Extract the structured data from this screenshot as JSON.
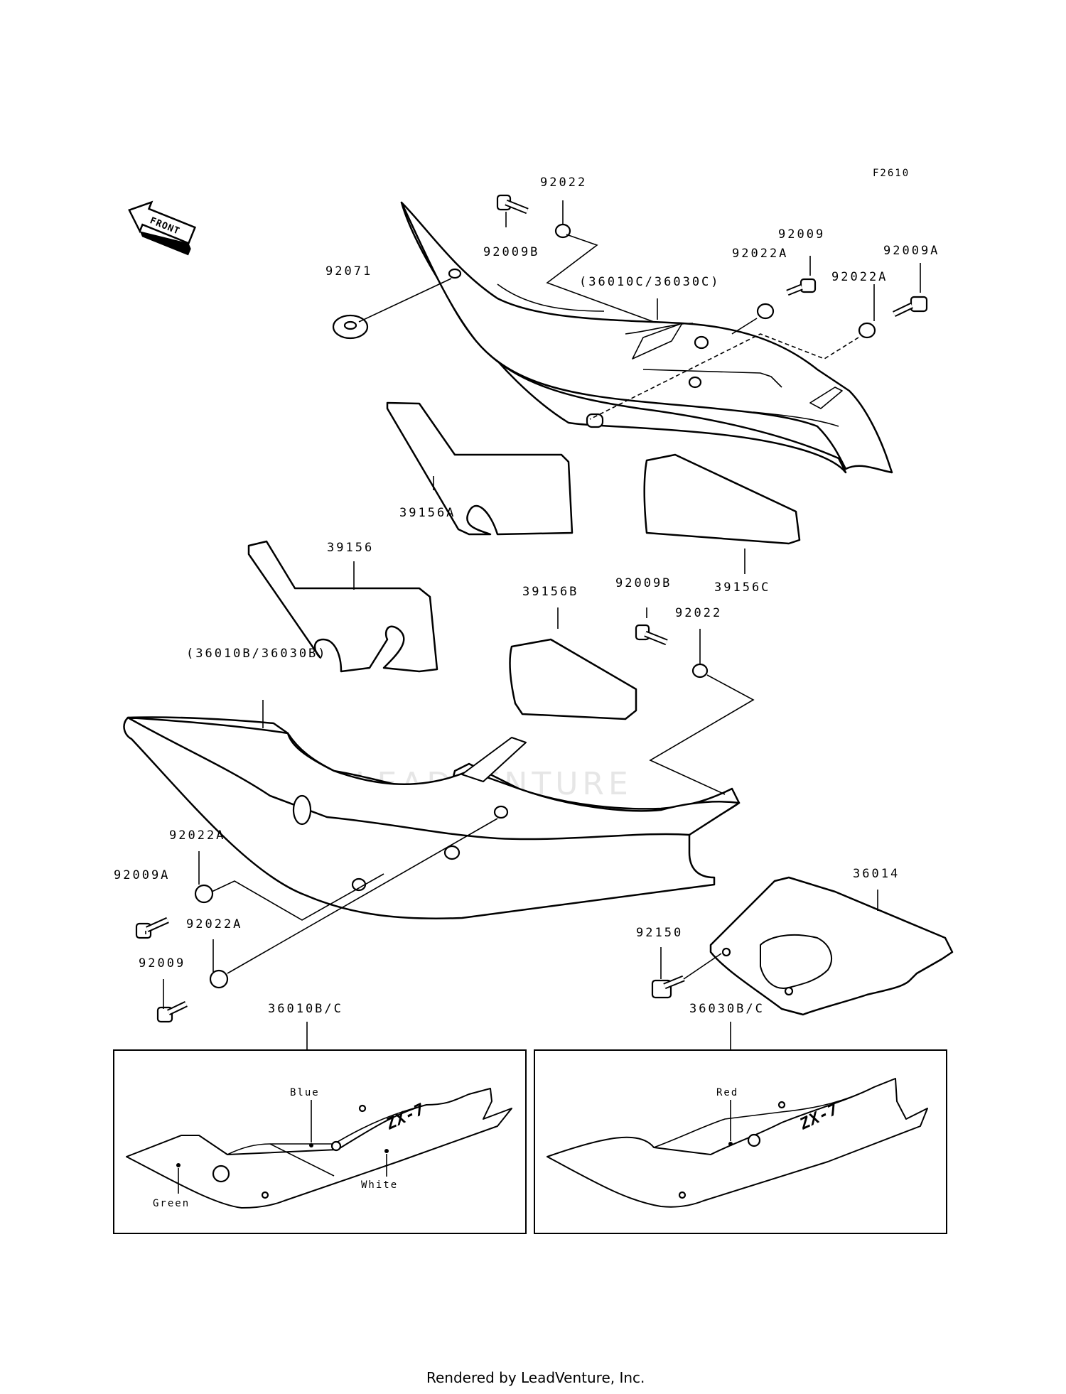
{
  "figure_code": "F2610",
  "front_label": "FRONT",
  "watermark": "LEADVENTURE",
  "footer": "Rendered by LeadVenture, Inc.",
  "parts": {
    "p92022_top": "92022",
    "p92009B_top": "92009B",
    "p92071": "92071",
    "p36010C": "(36010C/36030C)",
    "p92022A_1": "92022A",
    "p92009_top": "92009",
    "p92022A_2": "92022A",
    "p92009A_top": "92009A",
    "p39156A": "39156A",
    "p39156": "39156",
    "p39156B": "39156B",
    "p92009B_mid": "92009B",
    "p92022_mid": "92022",
    "p39156C": "39156C",
    "p36010B": "(36010B/36030B)",
    "p92022A_3": "92022A",
    "p92009A_left": "92009A",
    "p92022A_4": "92022A",
    "p92009_left": "92009",
    "p36014": "36014",
    "p92150": "92150",
    "p36010BC": "36010B/C",
    "p36030BC": "36030B/C"
  },
  "detail_left": {
    "blue": "Blue",
    "white": "White",
    "green": "Green",
    "logo": "ZX-7"
  },
  "detail_right": {
    "red": "Red",
    "logo": "ZX-7"
  }
}
